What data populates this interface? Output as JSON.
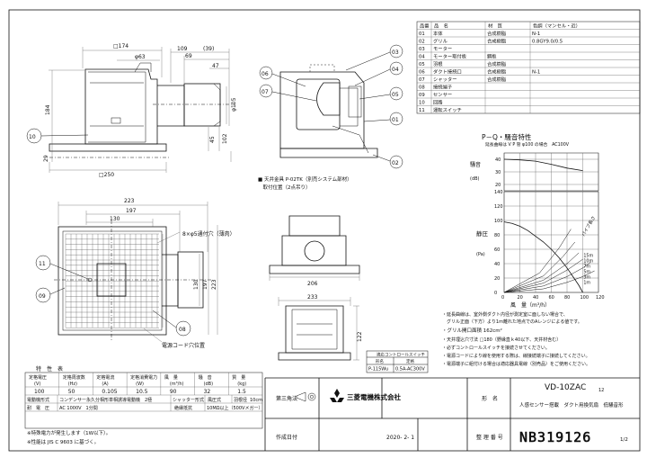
{
  "parts_table": {
    "headers": [
      "品番",
      "品　名",
      "材　質",
      "色調（マンセル・近）"
    ],
    "rows": [
      [
        "01",
        "本体",
        "合成樹脂",
        "N-1"
      ],
      [
        "02",
        "グリル",
        "合成樹脂",
        "0.8GY9.0/0.5"
      ],
      [
        "03",
        "モーター",
        "",
        ""
      ],
      [
        "04",
        "モーター取付板",
        "鋼板",
        ""
      ],
      [
        "05",
        "羽根",
        "合成樹脂",
        ""
      ],
      [
        "06",
        "ダクト接続口",
        "合成樹脂",
        "N-1"
      ],
      [
        "07",
        "シャッター",
        "合成樹脂",
        ""
      ],
      [
        "08",
        "接続端子",
        "",
        ""
      ],
      [
        "09",
        "センサー",
        "",
        ""
      ],
      [
        "10",
        "回路",
        "",
        ""
      ],
      [
        "11",
        "運転スイッチ",
        "",
        ""
      ]
    ]
  },
  "pq": {
    "title": "P－Q・騒音特性",
    "note": "延長曲線は V P 管 φ100 の場合　AC100V",
    "noise_label": "騒音",
    "noise_unit": "(dB)",
    "pressure_label": "静圧",
    "pressure_unit": "(Pa)",
    "pipe_label": "パイプ長さ",
    "pipe_lengths": [
      "1m",
      "3m",
      "5m",
      "7m",
      "10m",
      "15m"
    ],
    "xlabel": "風　量（m³/h）",
    "note_lines": [
      "・延長曲線は、室外側ダクト内径が測定室に面しない場合で、",
      "　グリル正面（下方）より1m離れた地点でのAレンジによる値です。",
      "・グリル開口面積 162cm²",
      "・天井埋込穴寸法 □180（野縁直ｋ40以下、天井材含む）",
      "・必ずコントロールスイッチを接続させてください。",
      "・電源コードにより線を使用する際は、線接続端子に接続してください。",
      "・電源端子に組付ける場合は適応器具電線（別売品）をご使用ください。"
    ]
  },
  "chart_data": {
    "type": "line",
    "x_ticks": [
      "0",
      "20",
      "40",
      "60",
      "80",
      "100",
      "120"
    ],
    "y_ticks": [
      "0",
      "20",
      "40",
      "60",
      "80",
      "100",
      "120",
      "140"
    ],
    "noise_ticks": [
      "20",
      "30",
      "40"
    ],
    "xlim": [
      0,
      120
    ],
    "ylim": [
      0,
      140
    ],
    "noise_ylim": [
      15,
      45
    ],
    "pressure_curve": [
      [
        0,
        98
      ],
      [
        10,
        96
      ],
      [
        20,
        92
      ],
      [
        30,
        86
      ],
      [
        40,
        78
      ],
      [
        50,
        70
      ],
      [
        60,
        60
      ],
      [
        70,
        48
      ],
      [
        80,
        34
      ],
      [
        90,
        18
      ],
      [
        95,
        10
      ],
      [
        100,
        0
      ]
    ],
    "noise_curve": [
      [
        0,
        40
      ],
      [
        20,
        39.5
      ],
      [
        40,
        38.5
      ],
      [
        60,
        36
      ],
      [
        80,
        33
      ],
      [
        100,
        31
      ]
    ],
    "resistance_curves": [
      {
        "label": "1m",
        "points": [
          [
            0,
            0
          ],
          [
            50,
            5
          ],
          [
            80,
            14
          ],
          [
            100,
            22
          ],
          [
            115,
            30
          ]
        ]
      },
      {
        "label": "3m",
        "points": [
          [
            0,
            0
          ],
          [
            50,
            9
          ],
          [
            80,
            22
          ],
          [
            100,
            34
          ],
          [
            110,
            42
          ]
        ]
      },
      {
        "label": "5m",
        "points": [
          [
            0,
            0
          ],
          [
            50,
            13
          ],
          [
            80,
            31
          ],
          [
            100,
            46
          ]
        ]
      },
      {
        "label": "7m",
        "points": [
          [
            0,
            0
          ],
          [
            50,
            17
          ],
          [
            80,
            40
          ],
          [
            95,
            55
          ]
        ]
      },
      {
        "label": "10m",
        "points": [
          [
            0,
            0
          ],
          [
            50,
            23
          ],
          [
            75,
            50
          ],
          [
            90,
            70
          ]
        ]
      },
      {
        "label": "15m",
        "points": [
          [
            0,
            0
          ],
          [
            45,
            27
          ],
          [
            70,
            62
          ],
          [
            85,
            88
          ]
        ]
      }
    ]
  },
  "spec_table": {
    "title": "特　性　表",
    "headers": [
      [
        "定格電圧",
        "(V)"
      ],
      [
        "定格周波数",
        "(Hz)"
      ],
      [
        "定格電流",
        "(A)"
      ],
      [
        "定格消費電力",
        "(W)"
      ],
      [
        "風　量",
        "(m³/h)"
      ],
      [
        "騒　音",
        "(dB)"
      ],
      [
        "質　量",
        "(kg)"
      ]
    ],
    "values": [
      "100",
      "50",
      "0.105",
      "10.5",
      "90",
      "32",
      "1.5"
    ],
    "motor_label": "電動機形式",
    "motor_value": "コンデンサー永久分相形単相誘導電動機　2極",
    "shutter_label": "シャッター形式",
    "shutter_value": "風圧式",
    "blade_label": "羽根径",
    "blade_value": "10cm",
    "withstand_label": "耐　電　圧",
    "withstand_value": "AC 1000V　1分間",
    "insulation_label": "絶縁抵抗",
    "insulation_value": "10MΩ以上（500Vメガー）",
    "notes": [
      "※特殊電力が発生します（1W以下）。",
      "※性能は JIS C 9603 に基づく。"
    ]
  },
  "control_box": {
    "title": "適応コントロールスイッチ",
    "col1": "形名",
    "col2": "定格",
    "model": "P-115Wu",
    "rating": "0.5A-AC300V"
  },
  "fixture_note": [
    "■ 天井金具 P-02TK（別売システム部材）",
    "　取付位置（2点吊り）"
  ],
  "cord_label": "電源コード穴位置",
  "hole_label": "8×φ5通付穴（薄肉）",
  "dims": {
    "d174": "□174",
    "d63": "φ63",
    "d109": "109",
    "d39": "(39)",
    "d69": "69",
    "d47": "47",
    "d184": "184",
    "d105": "φ105",
    "d45": "45",
    "d102": "102",
    "d29": "29",
    "d250": "□250",
    "d223a": "223",
    "d197a": "197",
    "d130a": "130",
    "d130b": "130",
    "d197b": "197",
    "d223b": "223",
    "d206": "206",
    "d233": "233",
    "d122": "122"
  },
  "callouts": [
    "01",
    "02",
    "03",
    "04",
    "05",
    "06",
    "07",
    "08",
    "09",
    "10",
    "11"
  ],
  "title_block": {
    "angle_label": "第三角法",
    "company": "三菱電機株式会社",
    "model_label": "形　名",
    "model": "VD-10ZAC",
    "model_sub": "12",
    "product": "人感センサー搭載　ダクト用換気扇　低騒音形",
    "date_label": "作成日付",
    "date": "2020- 2- 1",
    "drawing_label": "整 理 番 号",
    "drawing_no": "NB319126",
    "page": "1/2"
  }
}
